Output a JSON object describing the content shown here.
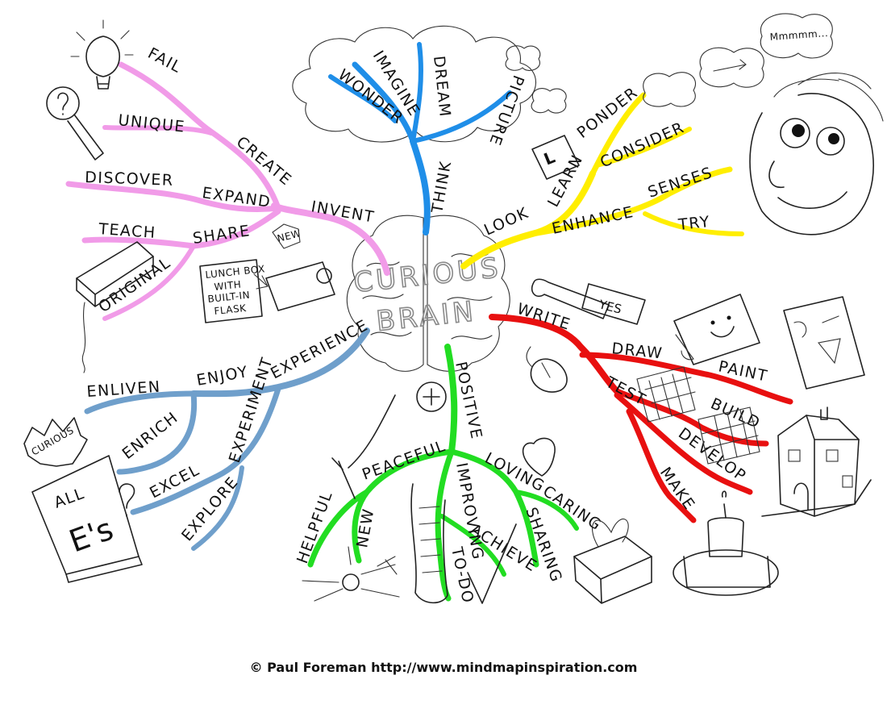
{
  "center": {
    "line1": "CURIOUS",
    "line2": "BRAIN"
  },
  "colors": {
    "pink": "#f19be8",
    "blue": "#1f8ee8",
    "yellow": "#ffee00",
    "red": "#e81010",
    "steel": "#6f9fcb",
    "green": "#22dd22"
  },
  "branches": {
    "think": {
      "main": "THINK",
      "sub": [
        "IMAGINE",
        "DREAM",
        "WONDER",
        "PICTURE"
      ]
    },
    "look": {
      "main": "LOOK",
      "sub": [
        "LEARN",
        "PONDER",
        "CONSIDER",
        "ENHANCE",
        "SENSES",
        "TRY"
      ]
    },
    "invent": {
      "main": "INVENT",
      "sub": [
        "CREATE",
        "FAIL",
        "UNIQUE",
        "EXPAND",
        "DISCOVER",
        "SHARE",
        "TEACH",
        "ORIGINAL"
      ]
    },
    "write": {
      "main": "WRITE",
      "sub": [
        "DRAW",
        "PAINT",
        "TEST",
        "BUILD",
        "DEVELOP",
        "MAKE"
      ]
    },
    "experience": {
      "main": "EXPERIENCE",
      "sub": [
        "ENJOY",
        "ENLIVEN",
        "ENRICH",
        "EXPERIMENT",
        "EXCEL",
        "EXPLORE"
      ]
    },
    "positive": {
      "main": "POSITIVE",
      "sub": [
        "PEACEFUL",
        "HELPFUL",
        "NEW",
        "IMPROVING",
        "TO-DO",
        "ACHIEVE",
        "LOVING",
        "CARING",
        "SHARING"
      ]
    }
  },
  "doodles": {
    "cloud_text": "Mmmmm...",
    "sign_letter": "L",
    "note_text": "YES",
    "badge_text": "CURIOUS",
    "all_text": "ALL",
    "e_text": "E's",
    "new_text": "NEW",
    "lunchbox_lines": [
      "LUNCH BOX",
      "WITH",
      "BUILT-IN",
      "FLASK"
    ]
  },
  "credit": "© Paul Foreman http://www.mindmapinspiration.com"
}
